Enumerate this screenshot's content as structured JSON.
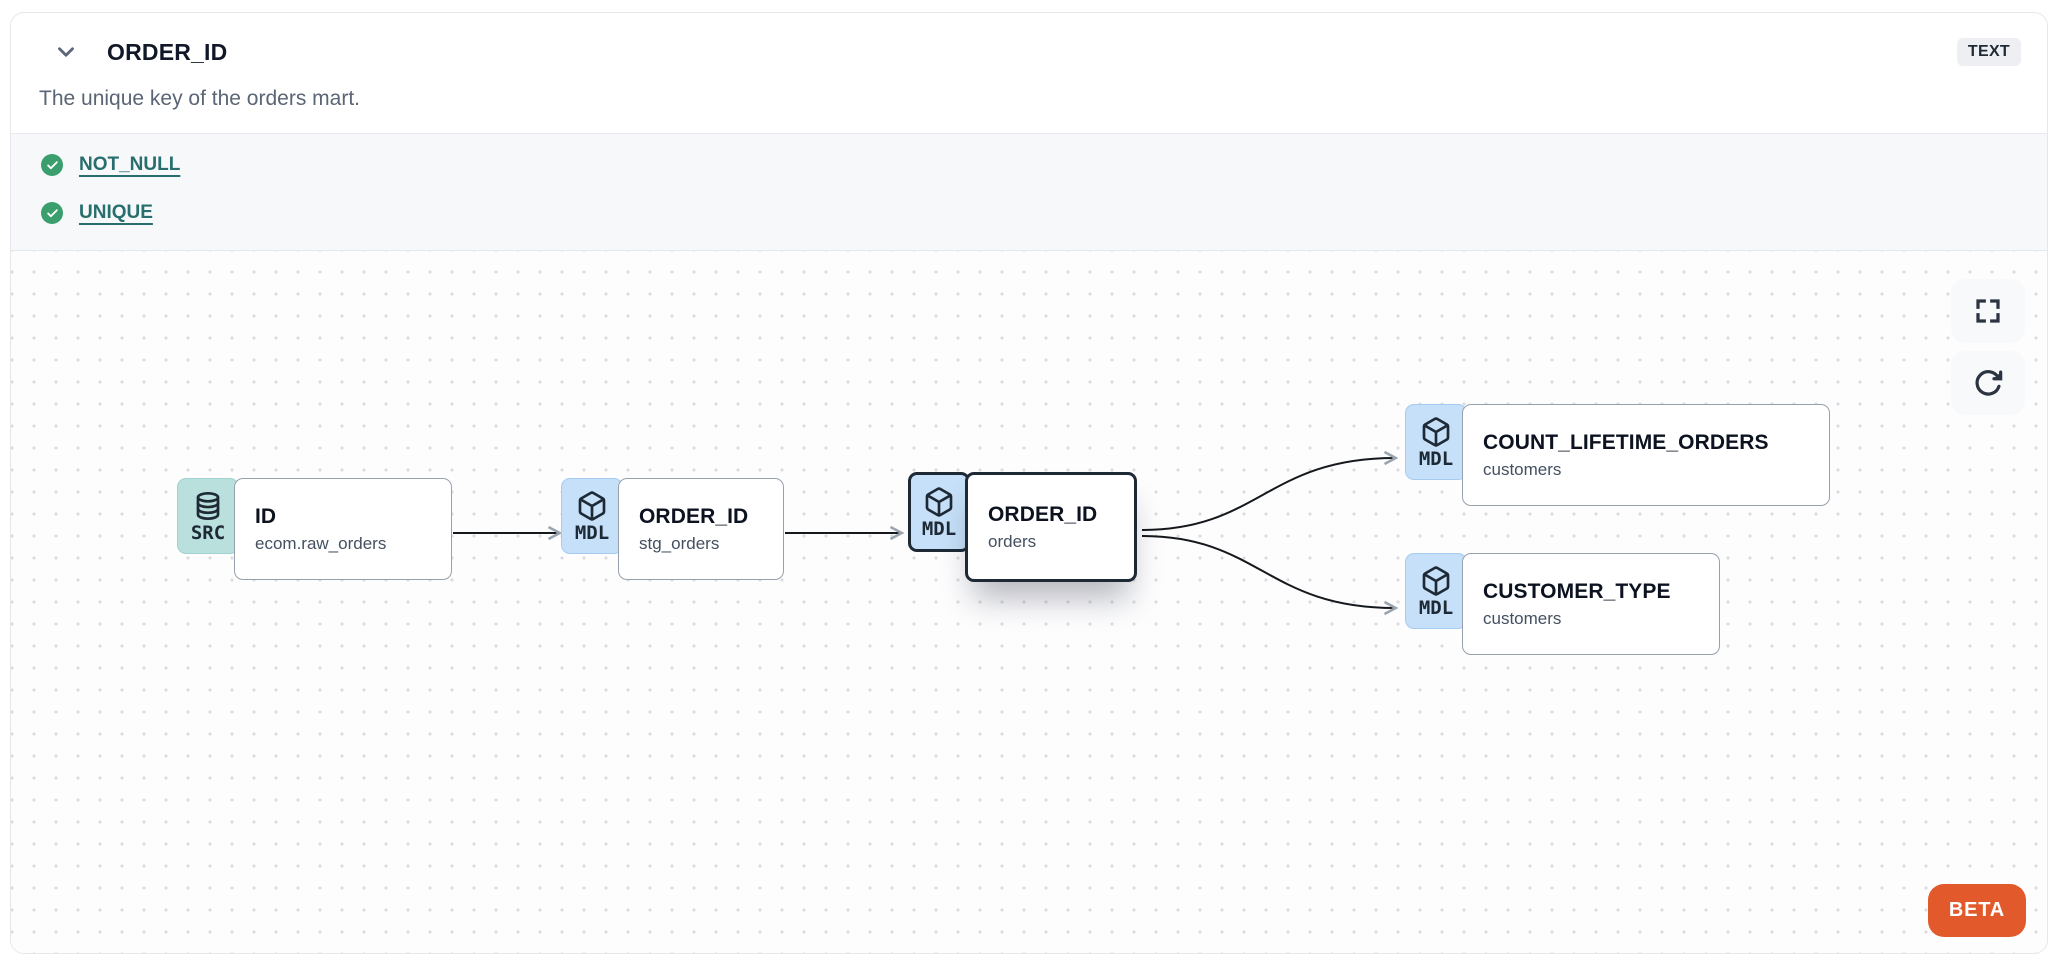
{
  "header": {
    "title": "ORDER_ID",
    "type_badge": "TEXT",
    "description": "The unique key of the orders mart."
  },
  "tests": {
    "items": [
      {
        "name": "NOT_NULL",
        "status": "pass"
      },
      {
        "name": "UNIQUE",
        "status": "pass"
      }
    ]
  },
  "lineage": {
    "nodes": [
      {
        "badge": "SRC",
        "icon": "database-icon",
        "title": "ID",
        "subtitle": "ecom.raw_orders",
        "selected": false
      },
      {
        "badge": "MDL",
        "icon": "cube-icon",
        "title": "ORDER_ID",
        "subtitle": "stg_orders",
        "selected": false
      },
      {
        "badge": "MDL",
        "icon": "cube-icon",
        "title": "ORDER_ID",
        "subtitle": "orders",
        "selected": true
      },
      {
        "badge": "MDL",
        "icon": "cube-icon",
        "title": "COUNT_LIFETIME_ORDERS",
        "subtitle": "customers",
        "selected": false
      },
      {
        "badge": "MDL",
        "icon": "cube-icon",
        "title": "CUSTOMER_TYPE",
        "subtitle": "customers",
        "selected": false
      }
    ],
    "beta_label": "BETA"
  },
  "colors": {
    "src_badge_bg": "#b9e0dd",
    "mdl_badge_bg": "#c5e0f8",
    "selected_border": "#1e2936",
    "test_pass_green": "#3a9f6c",
    "link_teal": "#296e6e",
    "beta_orange": "#e25a2b",
    "edge_line": "#15181d"
  }
}
